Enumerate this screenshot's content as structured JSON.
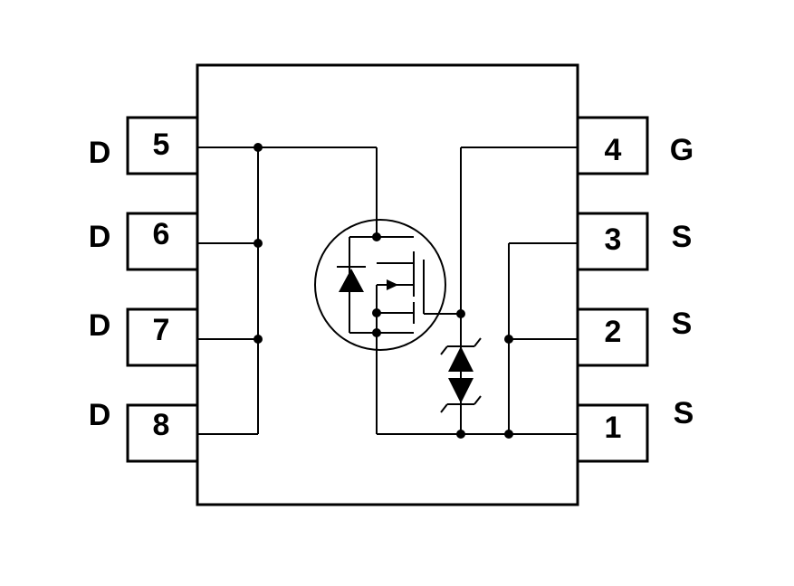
{
  "pins": {
    "left": [
      {
        "number": "5",
        "signal": "D"
      },
      {
        "number": "6",
        "signal": "D"
      },
      {
        "number": "7",
        "signal": "D"
      },
      {
        "number": "8",
        "signal": "D"
      }
    ],
    "right": [
      {
        "number": "4",
        "signal": "G"
      },
      {
        "number": "3",
        "signal": "S"
      },
      {
        "number": "2",
        "signal": "S"
      },
      {
        "number": "1",
        "signal": "S"
      }
    ]
  },
  "colors": {
    "line": "#000000",
    "background": "#ffffff"
  }
}
